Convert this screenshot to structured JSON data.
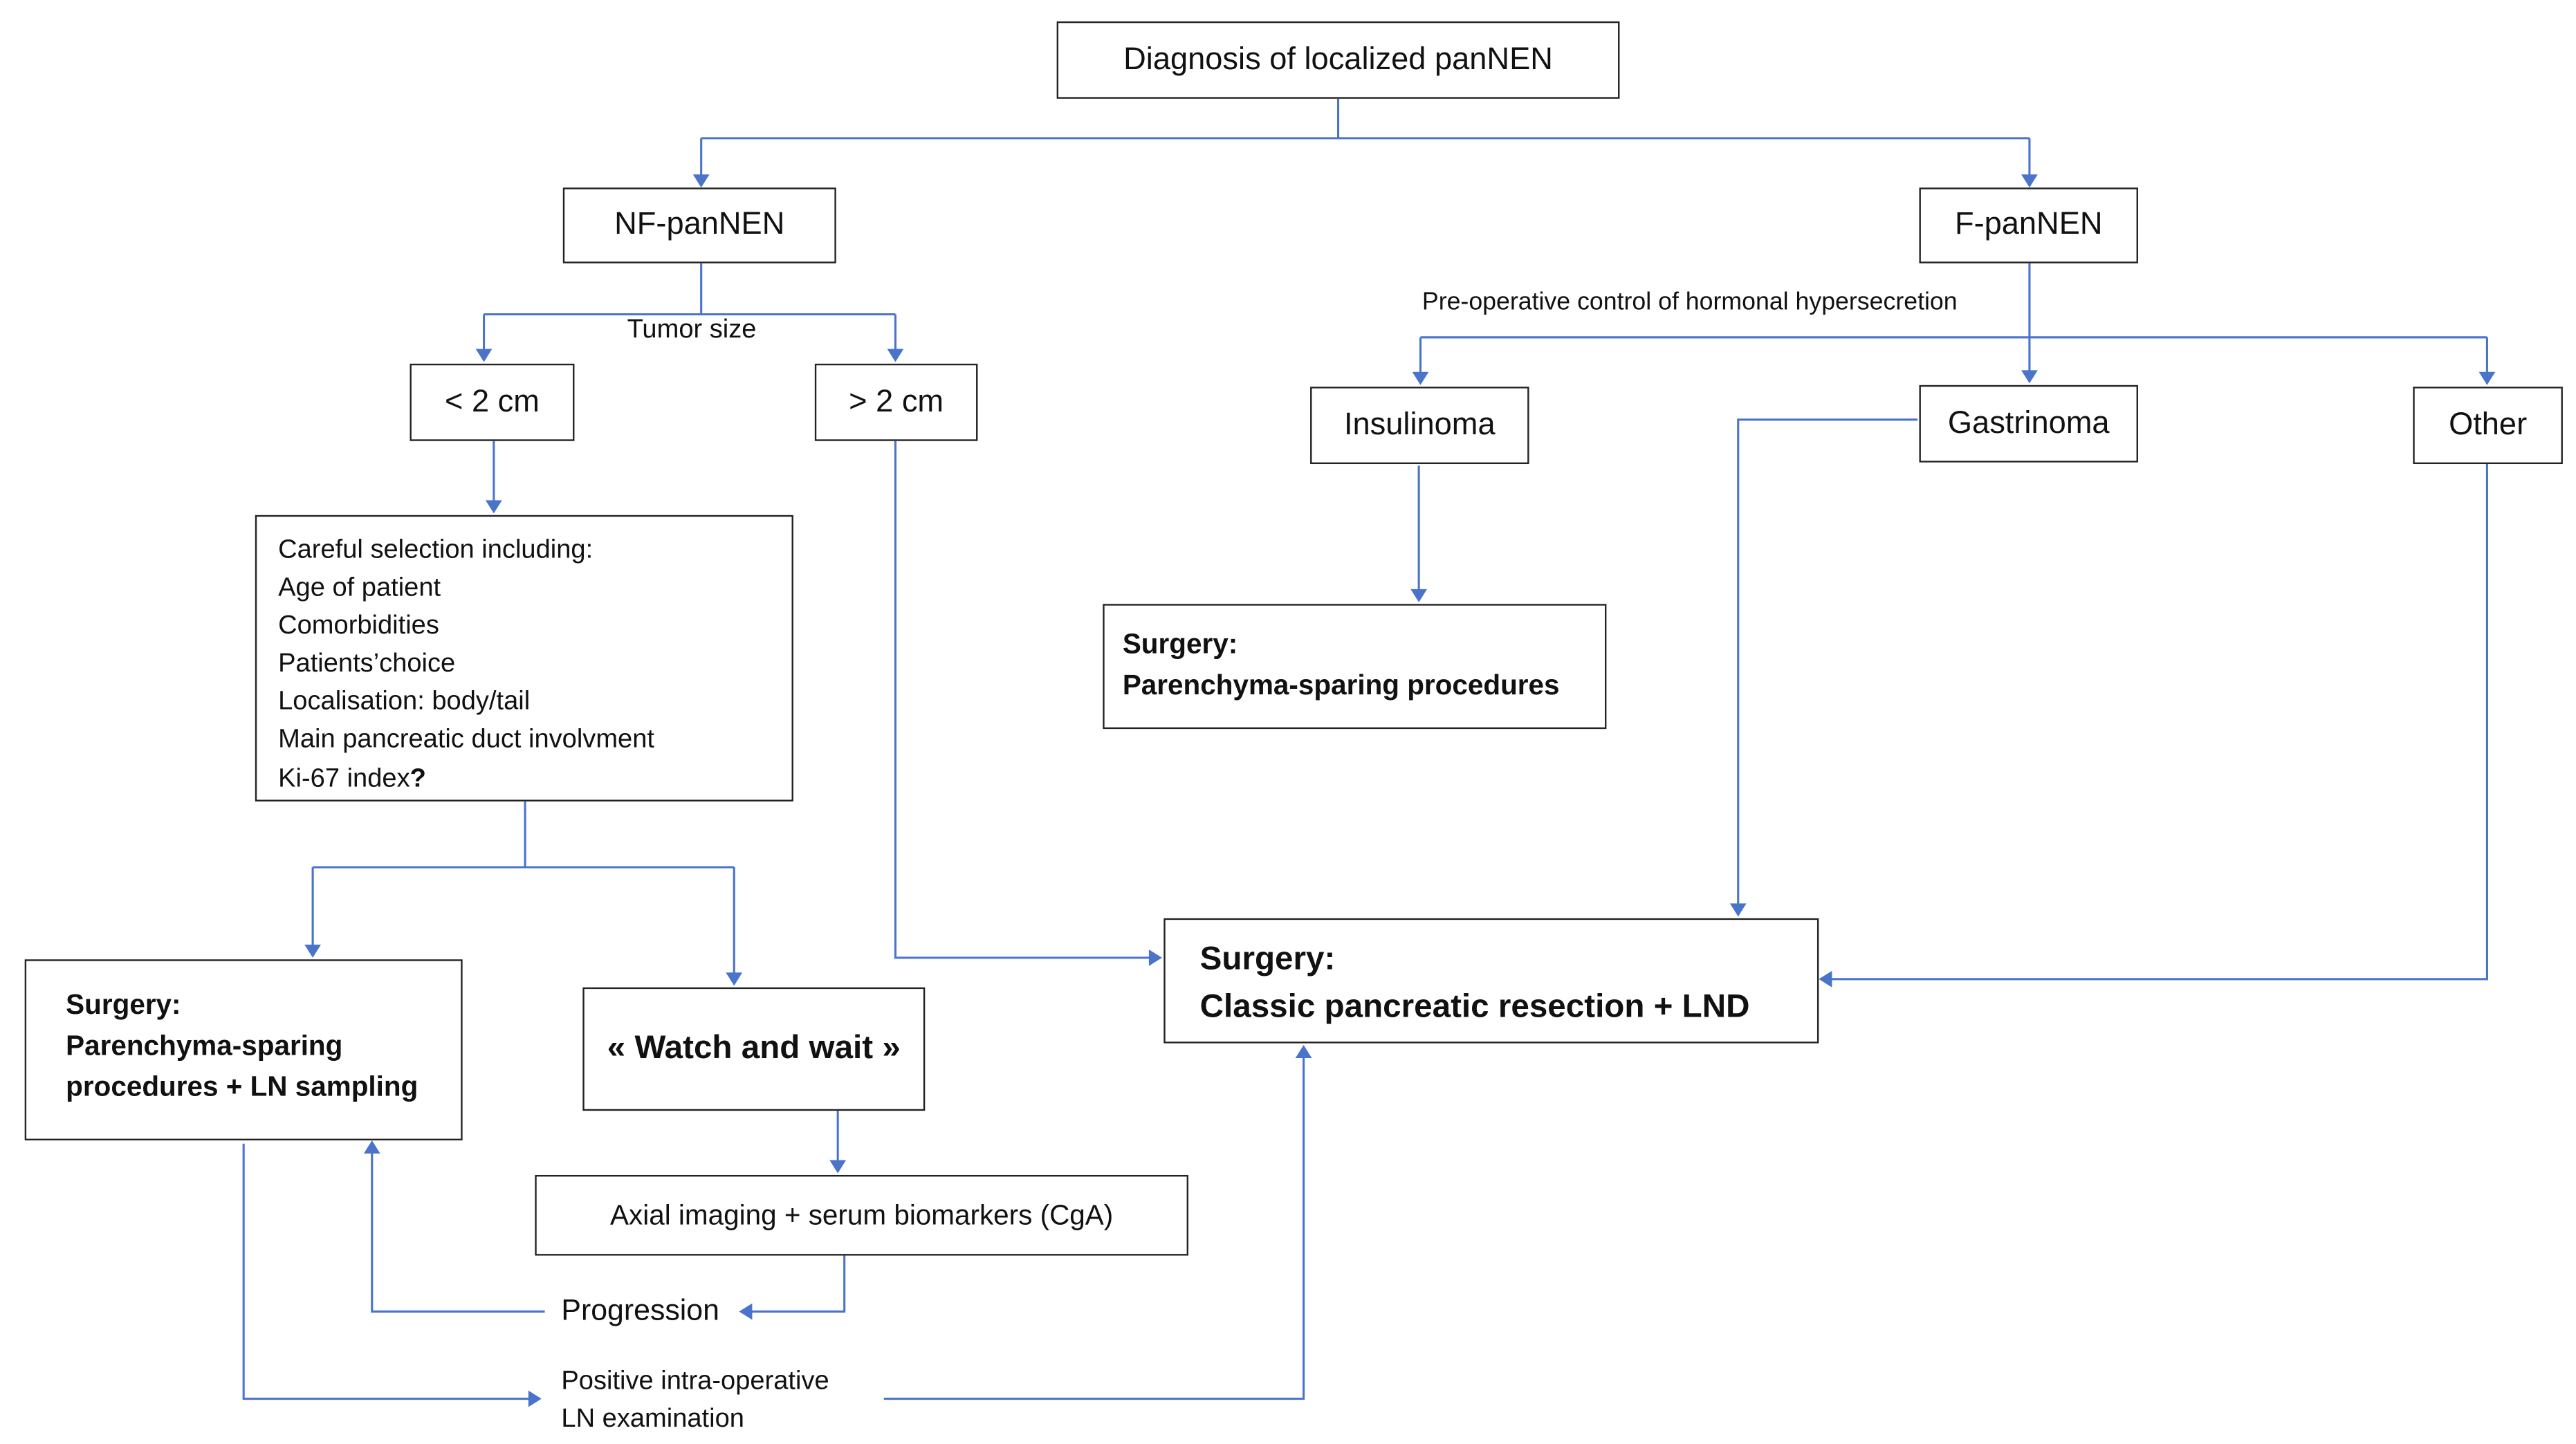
{
  "nodes": {
    "root": "Diagnosis of localized panNEN",
    "nf": "NF-panNEN",
    "f": "F-panNEN",
    "lt2": "< 2 cm",
    "gt2": "> 2 cm",
    "insulinoma": "Insulinoma",
    "gastrinoma": "Gastrinoma",
    "other": "Other",
    "careful": {
      "lines": [
        "Careful selection including:",
        "Age of patient",
        "Comorbidities",
        "Patients’choice",
        "Localisation: body/tail",
        "Main pancreatic duct involvment"
      ],
      "ki67": "Ki-67 index",
      "ki67_mark": "?"
    },
    "surgery_ps": {
      "title": "Surgery:",
      "text": "Parenchyma-sparing procedures"
    },
    "surgery_ps_ln": {
      "title": "Surgery:",
      "line1": "Parenchyma-sparing",
      "line2": "procedures +  LN sampling"
    },
    "watch": "« Watch and wait »",
    "axial": "Axial imaging + serum biomarkers (CgA)",
    "surgery_classic": {
      "title": "Surgery:",
      "text": "Classic pancreatic resection +  LND"
    }
  },
  "labels": {
    "tumor_size": "Tumor size",
    "preop": "Pre-operative control of hormonal hypersecretion",
    "progression": "Progression",
    "positive_line1": "Positive intra-operative",
    "positive_line2": "LN examination"
  },
  "colors": {
    "connector": "#4a74c9",
    "box_border": "#222222"
  }
}
